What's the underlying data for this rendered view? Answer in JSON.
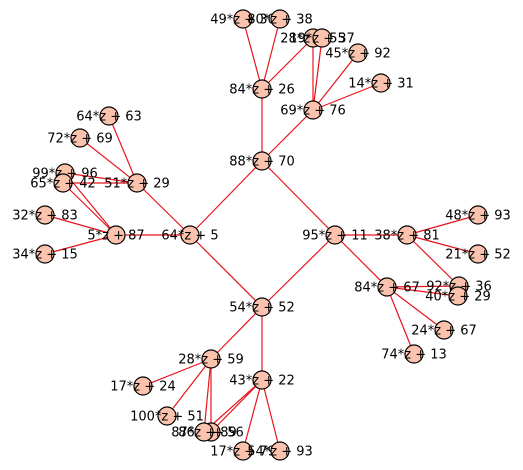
{
  "colors": {
    "node_fill": "#fbc3ad",
    "node_stroke": "#000000",
    "edge": "#e8141c",
    "background": "#ffffff"
  },
  "nodes": [
    {
      "id": "n49",
      "label": "49*z + 30"
    },
    {
      "id": "n80",
      "label": "80*z + 38"
    },
    {
      "id": "n28",
      "label": "28*z + 55"
    },
    {
      "id": "n19",
      "label": "19*z + 37"
    },
    {
      "id": "n45",
      "label": "45*z + 92"
    },
    {
      "id": "n84a",
      "label": "84*z + 26"
    },
    {
      "id": "n14",
      "label": "14*z + 31"
    },
    {
      "id": "n69",
      "label": "69*z + 76"
    },
    {
      "id": "n64a",
      "label": "64*z + 63"
    },
    {
      "id": "n72",
      "label": "72*z + 69"
    },
    {
      "id": "n88a",
      "label": "88*z + 70"
    },
    {
      "id": "n99",
      "label": "99*z + 96"
    },
    {
      "id": "n65",
      "label": "65*z + 42"
    },
    {
      "id": "n51",
      "label": "51*z + 29"
    },
    {
      "id": "n48",
      "label": "48*z + 93"
    },
    {
      "id": "n32",
      "label": "32*z + 83"
    },
    {
      "id": "n5",
      "label": "5*z + 87"
    },
    {
      "id": "n64b",
      "label": "64*z + 5"
    },
    {
      "id": "n95",
      "label": "95*z + 11"
    },
    {
      "id": "n38",
      "label": "38*z + 81"
    },
    {
      "id": "n21",
      "label": "21*z + 52"
    },
    {
      "id": "n34",
      "label": "34*z + 15"
    },
    {
      "id": "n84b",
      "label": "84*z + 67"
    },
    {
      "id": "n92",
      "label": "92*z + 36"
    },
    {
      "id": "n40",
      "label": "40*z + 29"
    },
    {
      "id": "n54",
      "label": "54*z + 52"
    },
    {
      "id": "n24",
      "label": "24*z + 67"
    },
    {
      "id": "n74",
      "label": "74*z + 13"
    },
    {
      "id": "n28b",
      "label": "28*z + 59"
    },
    {
      "id": "n43",
      "label": "43*z + 22"
    },
    {
      "id": "n17a",
      "label": "17*z + 24"
    },
    {
      "id": "n100",
      "label": "100*z + 51"
    },
    {
      "id": "n86",
      "label": "86*z + 56"
    },
    {
      "id": "n87",
      "label": "87*z + 89"
    },
    {
      "id": "n17b",
      "label": "17*z + 79"
    },
    {
      "id": "n54b",
      "label": "54*z + 93"
    }
  ],
  "edges": [
    [
      "n49",
      "n84a"
    ],
    [
      "n80",
      "n84a"
    ],
    [
      "n28",
      "n84a"
    ],
    [
      "n28",
      "n69"
    ],
    [
      "n19",
      "n69"
    ],
    [
      "n45",
      "n69"
    ],
    [
      "n14",
      "n69"
    ],
    [
      "n84a",
      "n88a"
    ],
    [
      "n69",
      "n88a"
    ],
    [
      "n88a",
      "n64b"
    ],
    [
      "n88a",
      "n95"
    ],
    [
      "n64a",
      "n51"
    ],
    [
      "n72",
      "n51"
    ],
    [
      "n99",
      "n51"
    ],
    [
      "n65",
      "n51"
    ],
    [
      "n51",
      "n64b"
    ],
    [
      "n99",
      "n5"
    ],
    [
      "n65",
      "n5"
    ],
    [
      "n32",
      "n5"
    ],
    [
      "n34",
      "n5"
    ],
    [
      "n5",
      "n64b"
    ],
    [
      "n64b",
      "n54"
    ],
    [
      "n95",
      "n38"
    ],
    [
      "n95",
      "n84b"
    ],
    [
      "n95",
      "n54"
    ],
    [
      "n38",
      "n48"
    ],
    [
      "n38",
      "n21"
    ],
    [
      "n38",
      "n92"
    ],
    [
      "n84b",
      "n92"
    ],
    [
      "n84b",
      "n40"
    ],
    [
      "n84b",
      "n24"
    ],
    [
      "n84b",
      "n74"
    ],
    [
      "n54",
      "n28b"
    ],
    [
      "n54",
      "n43"
    ],
    [
      "n28b",
      "n17a"
    ],
    [
      "n28b",
      "n100"
    ],
    [
      "n28b",
      "n86"
    ],
    [
      "n28b",
      "n87"
    ],
    [
      "n43",
      "n86"
    ],
    [
      "n43",
      "n87"
    ],
    [
      "n43",
      "n17b"
    ],
    [
      "n43",
      "n54b"
    ]
  ]
}
